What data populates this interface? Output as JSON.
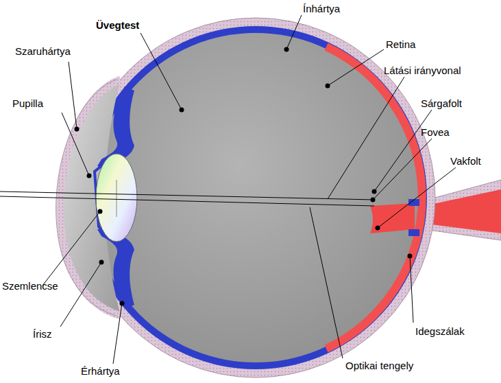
{
  "diagram": {
    "labels": [
      "Üvegtest",
      "Ínhártya",
      "Retina",
      "Szaruhártya",
      "Látási irányvonal",
      "Pupilla",
      "Sárgafolt",
      "Fovea",
      "Vakfolt",
      "Szemlencse",
      "Írisz",
      "Idegszálak",
      "Érhártya",
      "Optikai tengely"
    ]
  }
}
